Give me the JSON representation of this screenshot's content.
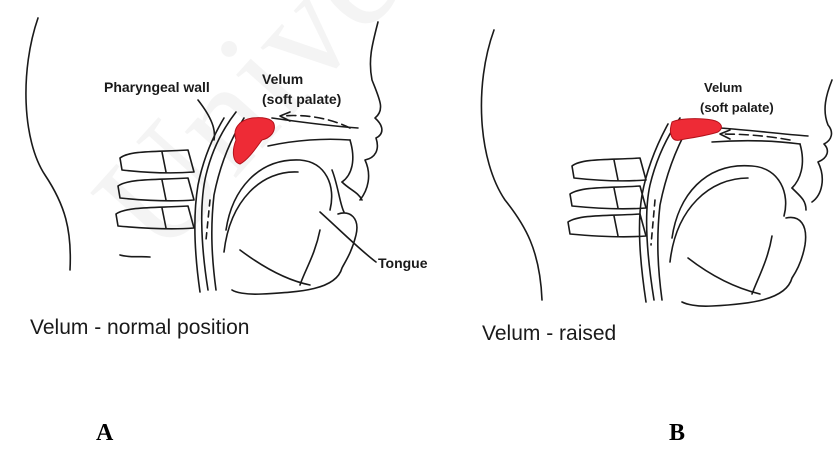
{
  "colors": {
    "velum": "#ee2b36",
    "line": "#1a1a1a",
    "watermark": "#000000"
  },
  "watermark_text": "University of",
  "panels": [
    {
      "letter": "A",
      "caption": "Velum - normal position",
      "labels": {
        "pharyngeal_wall": "Pharyngeal wall",
        "velum": "Velum",
        "soft_palate": "(soft palate)",
        "tongue": "Tongue"
      }
    },
    {
      "letter": "B",
      "caption": "Velum - raised",
      "labels": {
        "velum": "Velum",
        "soft_palate": "(soft palate)"
      }
    }
  ]
}
